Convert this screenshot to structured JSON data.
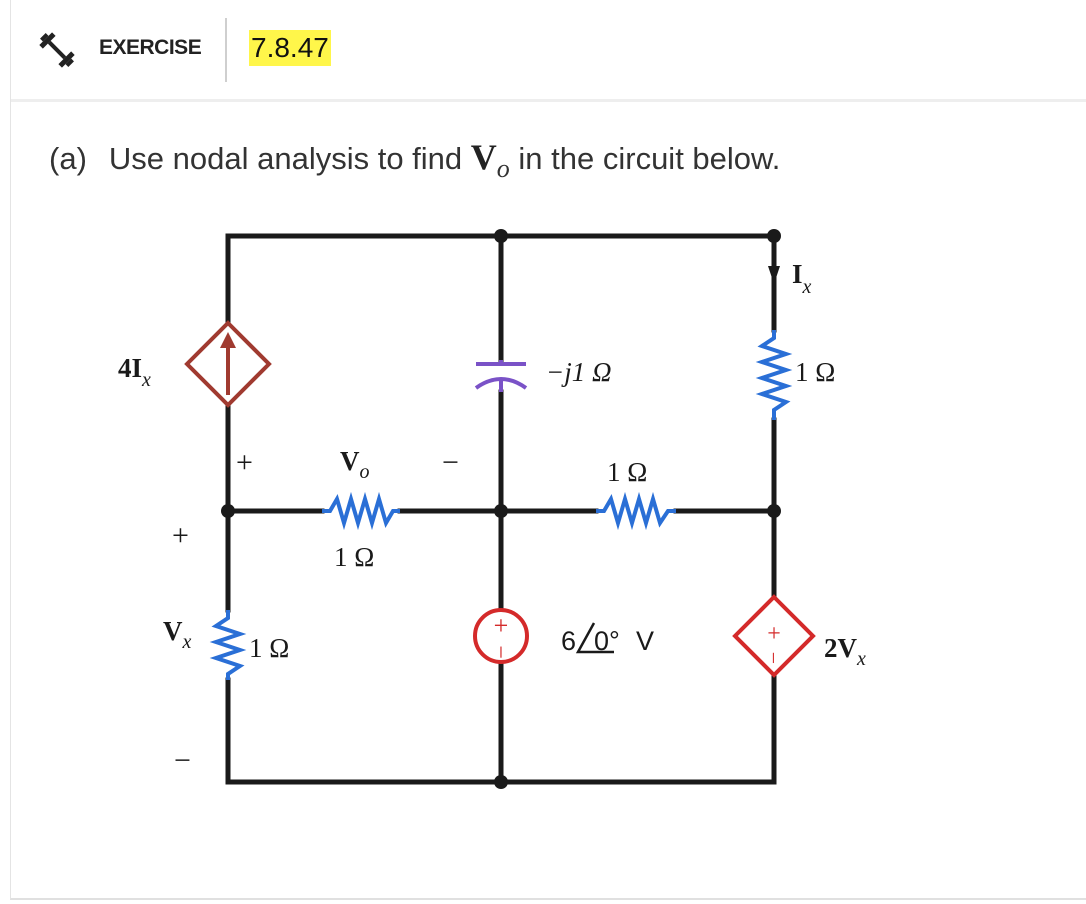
{
  "header": {
    "label": "EXERCISE",
    "number": "7.8.47",
    "icon": "dumbbell-icon"
  },
  "question": {
    "part": "(a)",
    "text_before": "Use nodal analysis to find",
    "variable": "V",
    "variable_sub": "o",
    "text_after": "in the circuit below."
  },
  "circuit": {
    "dep_current_source": {
      "main": "4I",
      "sub": "x"
    },
    "capacitor": {
      "label": "−j1 Ω"
    },
    "right_top_resistor": {
      "label": "1 Ω"
    },
    "current_ix": {
      "main": "I",
      "sub": "x"
    },
    "vo_plus": "+",
    "vo_main": "V",
    "vo_sub": "o",
    "vo_minus": "−",
    "middle_left_resistor": {
      "label": "1 Ω"
    },
    "middle_right_resistor": {
      "label": "1 Ω"
    },
    "vx_plus": "+",
    "vx_main": "V",
    "vx_sub": "x",
    "vx_minus": "−",
    "left_bottom_resistor": {
      "label": "1 Ω"
    },
    "voltage_source": {
      "magnitude": "6",
      "angle": "0°",
      "unit": "V",
      "plus": "+",
      "minus": "−"
    },
    "dep_voltage_source": {
      "main": "2V",
      "sub": "x",
      "plus": "+",
      "minus": "−"
    },
    "colors": {
      "wire": "#1a1a1a",
      "resistor": "#2a6fd6",
      "capacitor": "#7a52c7",
      "dep_current_source": "#a03a30",
      "voltage_source": "#d42a2a",
      "node": "#1a1a1a"
    }
  }
}
